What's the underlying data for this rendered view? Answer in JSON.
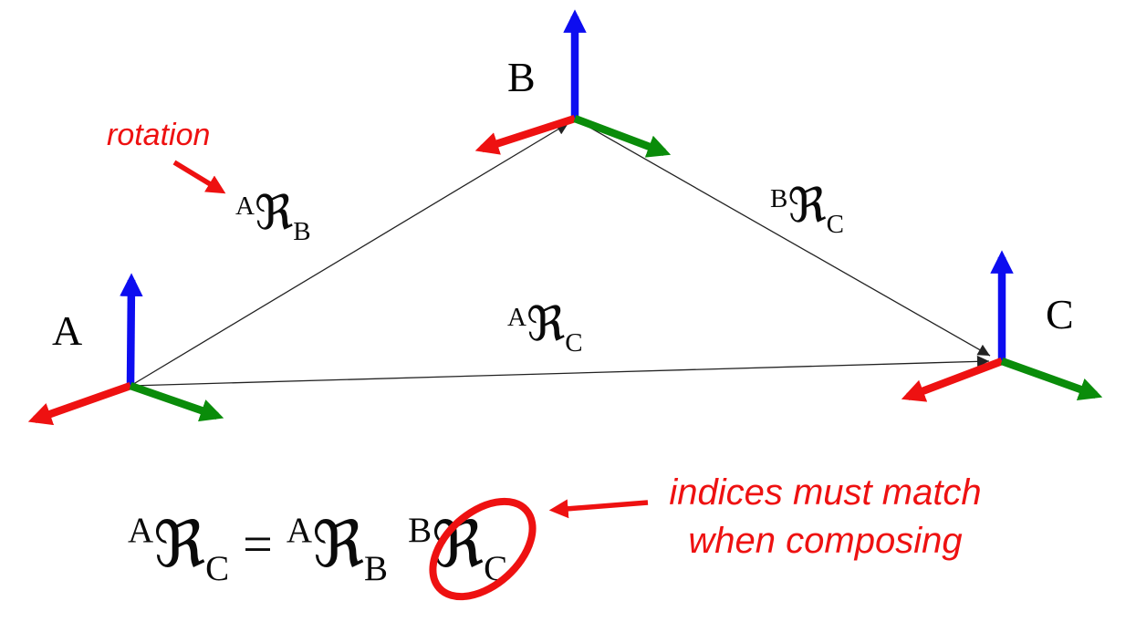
{
  "colors": {
    "axis_x_red": "#ee1111",
    "axis_y_green": "#0a8c0a",
    "axis_z_blue": "#0d0df0",
    "annotation_red": "#ee1111",
    "line_black": "#222222",
    "text_black": "#0a0a0a"
  },
  "frames": {
    "a": {
      "label": "A"
    },
    "b": {
      "label": "B"
    },
    "c": {
      "label": "C"
    }
  },
  "edge_labels": {
    "ab": {
      "sup": "A",
      "r": "ℜ",
      "sub": "B"
    },
    "bc": {
      "sup": "B",
      "r": "ℜ",
      "sub": "C"
    },
    "ac": {
      "sup": "A",
      "r": "ℜ",
      "sub": "C"
    }
  },
  "equation": {
    "lhs": {
      "sup": "A",
      "r": "ℜ",
      "sub": "C"
    },
    "equals": "=",
    "rhs1": {
      "sup": "A",
      "r": "ℜ",
      "sub": "B"
    },
    "rhs2": {
      "sup": "B",
      "r": "ℜ",
      "sub": "C"
    }
  },
  "annotations": {
    "rotation": "rotation",
    "indices_line1": "indices must match",
    "indices_line2": "when composing"
  }
}
